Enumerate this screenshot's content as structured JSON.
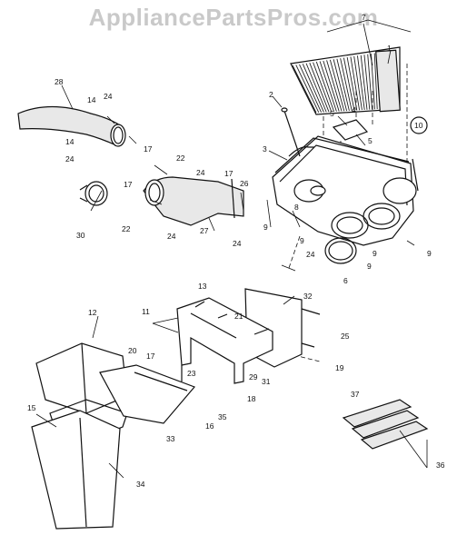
{
  "watermark": "AppliancePartsPros.com",
  "callouts": [
    {
      "id": "c1",
      "text": "1"
    },
    {
      "id": "c2",
      "text": "2"
    },
    {
      "id": "c3",
      "text": "3"
    },
    {
      "id": "c4",
      "text": "4"
    },
    {
      "id": "c5a",
      "text": "5"
    },
    {
      "id": "c5b",
      "text": "5"
    },
    {
      "id": "c6",
      "text": "6"
    },
    {
      "id": "c7",
      "text": "7"
    },
    {
      "id": "c8",
      "text": "8"
    },
    {
      "id": "c9a",
      "text": "9"
    },
    {
      "id": "c9b",
      "text": "9"
    },
    {
      "id": "c9c",
      "text": "9"
    },
    {
      "id": "c9d",
      "text": "9"
    },
    {
      "id": "c9e",
      "text": "9"
    },
    {
      "id": "c10",
      "text": "10"
    },
    {
      "id": "c11",
      "text": "11"
    },
    {
      "id": "c12",
      "text": "12"
    },
    {
      "id": "c13",
      "text": "13"
    },
    {
      "id": "c14a",
      "text": "14"
    },
    {
      "id": "c14b",
      "text": "14"
    },
    {
      "id": "c15",
      "text": "15"
    },
    {
      "id": "c16",
      "text": "16"
    },
    {
      "id": "c17a",
      "text": "17"
    },
    {
      "id": "c17b",
      "text": "17"
    },
    {
      "id": "c17c",
      "text": "17"
    },
    {
      "id": "c17d",
      "text": "17"
    },
    {
      "id": "c18",
      "text": "18"
    },
    {
      "id": "c19",
      "text": "19"
    },
    {
      "id": "c20",
      "text": "20"
    },
    {
      "id": "c21",
      "text": "21"
    },
    {
      "id": "c22a",
      "text": "22"
    },
    {
      "id": "c22b",
      "text": "22"
    },
    {
      "id": "c23",
      "text": "23"
    },
    {
      "id": "c24a",
      "text": "24"
    },
    {
      "id": "c24b",
      "text": "24"
    },
    {
      "id": "c24c",
      "text": "24"
    },
    {
      "id": "c24d",
      "text": "24"
    },
    {
      "id": "c24e",
      "text": "24"
    },
    {
      "id": "c24f",
      "text": "24"
    },
    {
      "id": "c25",
      "text": "25"
    },
    {
      "id": "c26",
      "text": "26"
    },
    {
      "id": "c27",
      "text": "27"
    },
    {
      "id": "c28",
      "text": "28"
    },
    {
      "id": "c29",
      "text": "29"
    },
    {
      "id": "c30",
      "text": "30"
    },
    {
      "id": "c31",
      "text": "31"
    },
    {
      "id": "c32",
      "text": "32"
    },
    {
      "id": "c33",
      "text": "33"
    },
    {
      "id": "c34",
      "text": "34"
    },
    {
      "id": "c35",
      "text": "35"
    },
    {
      "id": "c36",
      "text": "36"
    },
    {
      "id": "c37",
      "text": "37"
    }
  ]
}
